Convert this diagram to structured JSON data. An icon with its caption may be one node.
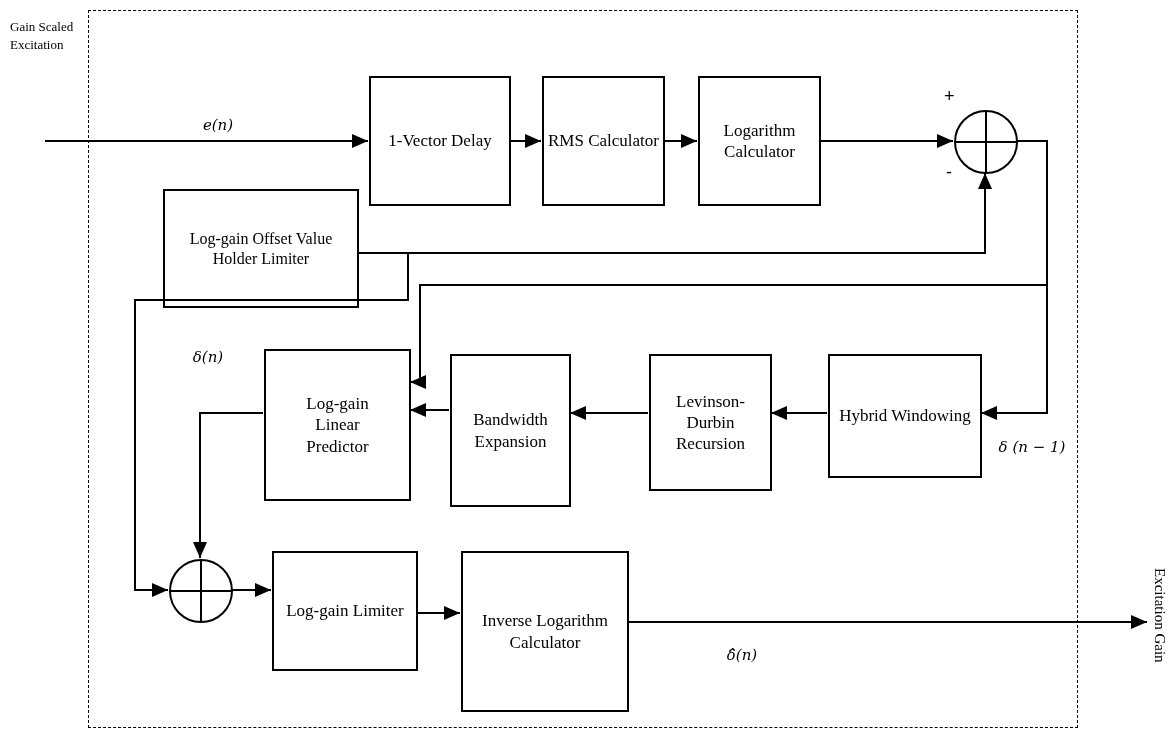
{
  "diagram": {
    "nodes": [
      {
        "text": [],
        "shape": "box"
      },
      {
        "text": [
          "1-Vector Delay"
        ],
        "in": 0
      },
      {
        "text": [
          "RMS Calculator"
        ],
        "in": 0
      },
      {
        "text": [
          "Logarithm Calculator"
        ],
        "in": 0
      },
      {
        "text": [],
        "shape": "circle",
        "in": 0,
        "beside": [
          "+",
          "-"
        ]
      },
      {
        "text": [
          "Log-gain Offset Value Holder Limiter"
        ],
        "in": 0
      },
      {
        "text": [
          "Log-gain Linear Predictor"
        ],
        "in": 0
      },
      {
        "text": [
          "Bandwidth Expansion"
        ],
        "in": 0
      },
      {
        "text": [
          "Levinson-Durbin Recursion"
        ],
        "in": 0
      },
      {
        "text": [
          "Hybrid Windowing"
        ],
        "in": 0
      },
      {
        "text": [],
        "shape": "circle",
        "in": 0
      },
      {
        "text": [
          "Log-gain Limiter"
        ],
        "in": 0
      },
      {
        "text": [
          "Inverse Logarithm Calculator"
        ],
        "in": 0
      },
      {
        "text": [
          "Excitation Gain"
        ]
      }
    ],
    "edges": [
      {
        "from": null,
        "to": 1,
        "arrow": "to",
        "label": "e(n)"
      },
      {
        "from": 1,
        "to": 2,
        "arrow": "to"
      },
      {
        "from": 2,
        "to": 3,
        "arrow": "to"
      },
      {
        "from": 3,
        "to": 4,
        "arrow": "to"
      },
      {
        "from": 5,
        "to": 4,
        "arrow": "to"
      },
      {
        "from": 4,
        "to": 9,
        "arrow": "to",
        "label": "δ (n − 1)"
      },
      {
        "from": 4,
        "to": 6,
        "arrow": "to"
      },
      {
        "from": 9,
        "to": 8,
        "arrow": "to"
      },
      {
        "from": 8,
        "to": 7,
        "arrow": "to"
      },
      {
        "from": 7,
        "to": 6,
        "arrow": "to"
      },
      {
        "from": 5,
        "to": 10,
        "arrow": "to",
        "label": "δ(n)"
      },
      {
        "from": 6,
        "to": 10,
        "arrow": "to"
      },
      {
        "from": 10,
        "to": 11,
        "arrow": "to"
      },
      {
        "from": 11,
        "to": 12,
        "arrow": "to"
      },
      {
        "from": 12,
        "to": 13,
        "arrow": "to",
        "label": "δ̂(n)"
      }
    ],
    "labels": [
      "Gain Scaled Excitation"
    ]
  }
}
